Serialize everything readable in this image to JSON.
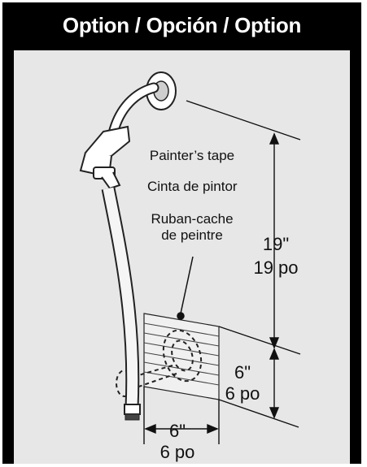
{
  "header": {
    "title": "Option / Opción / Option"
  },
  "labels": {
    "tape_en": "Painter’s tape",
    "tape_es": "Cinta de pintor",
    "tape_fr_line1": "Ruban-cache",
    "tape_fr_line2": "de peintre",
    "dim_vertical_in": "19\"",
    "dim_vertical_po": "19 po",
    "dim_right_in": "6\"",
    "dim_right_po": "6 po",
    "dim_bottom_in": "6\"",
    "dim_bottom_po": "6 po"
  }
}
